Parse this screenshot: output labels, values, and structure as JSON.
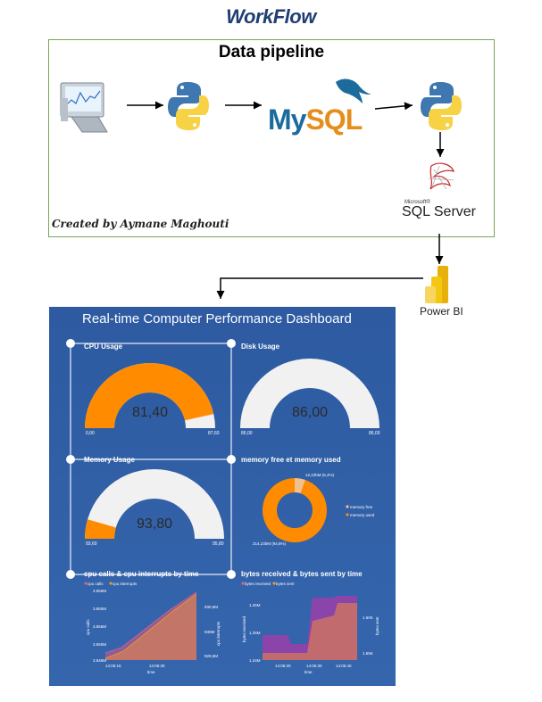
{
  "app_title": "WorkFlow",
  "pipeline": {
    "title": "Data pipeline",
    "credit": "Created by Aymane Maghouti",
    "mysql_my": "My",
    "mysql_sql": "SQL",
    "sqlserver_ms": "Microsoft®",
    "sqlserver": "SQL Server",
    "powerbi": "Power BI"
  },
  "dashboard": {
    "title": "Real-time Computer Performance Dashboard",
    "cpu": {
      "title": "CPU Usage",
      "value": "81,40",
      "min": "0,00",
      "max": "87,60",
      "fraction": 0.93
    },
    "disk": {
      "title": "Disk Usage",
      "value": "86,00",
      "min": "86,00",
      "max": "86,00",
      "fraction": 0.0
    },
    "memory": {
      "title": "Memory Usage",
      "value": "93,80",
      "min": "93,60",
      "max": "95,80",
      "fraction": 0.09
    },
    "memory_pie": {
      "title": "memory free et memory used",
      "free_label": "12,22bM (5,4%)",
      "used_label": "214,23bM (94,6%)",
      "legend_free": "memory free",
      "legend_used": "memory used",
      "free_pct": 5.4,
      "used_pct": 94.6
    },
    "cpu_calls": {
      "title": "cpu calls & cpu interrupts by time",
      "legend_calls": "cpu calls",
      "legend_interrupts": "cpu interrupts",
      "y_left_label": "cpu calls",
      "y_right_label": "cpu interrupts",
      "x_label": "time",
      "y_left_ticks": [
        "3.865M",
        "3.860M",
        "3.855M",
        "3.850M",
        "3.845M"
      ],
      "y_right_ticks": [
        "930,5M",
        "930M",
        "929,5M"
      ],
      "x_ticks": [
        "14:05:15",
        "14:05:30"
      ]
    },
    "bytes": {
      "title": "bytes received & bytes sent by time",
      "legend_received": "bytes received",
      "legend_sent": "bytes sent",
      "y_left_label": "bytes received",
      "y_right_label": "bytes sent",
      "x_label": "time",
      "y_left_ticks": [
        "1.26M",
        "1.25M",
        "1.24M"
      ],
      "y_right_ticks": [
        "1.60K",
        "1.55K"
      ],
      "x_ticks": [
        "14:05:20",
        "14:05:30",
        "14:05:40"
      ]
    }
  },
  "colors": {
    "orange": "#ff8b00",
    "gauge_bg": "#f1f1f1",
    "dash_bg": "#2f5ea6",
    "series_pink": "#e06080",
    "series_orange": "#f09a20"
  }
}
